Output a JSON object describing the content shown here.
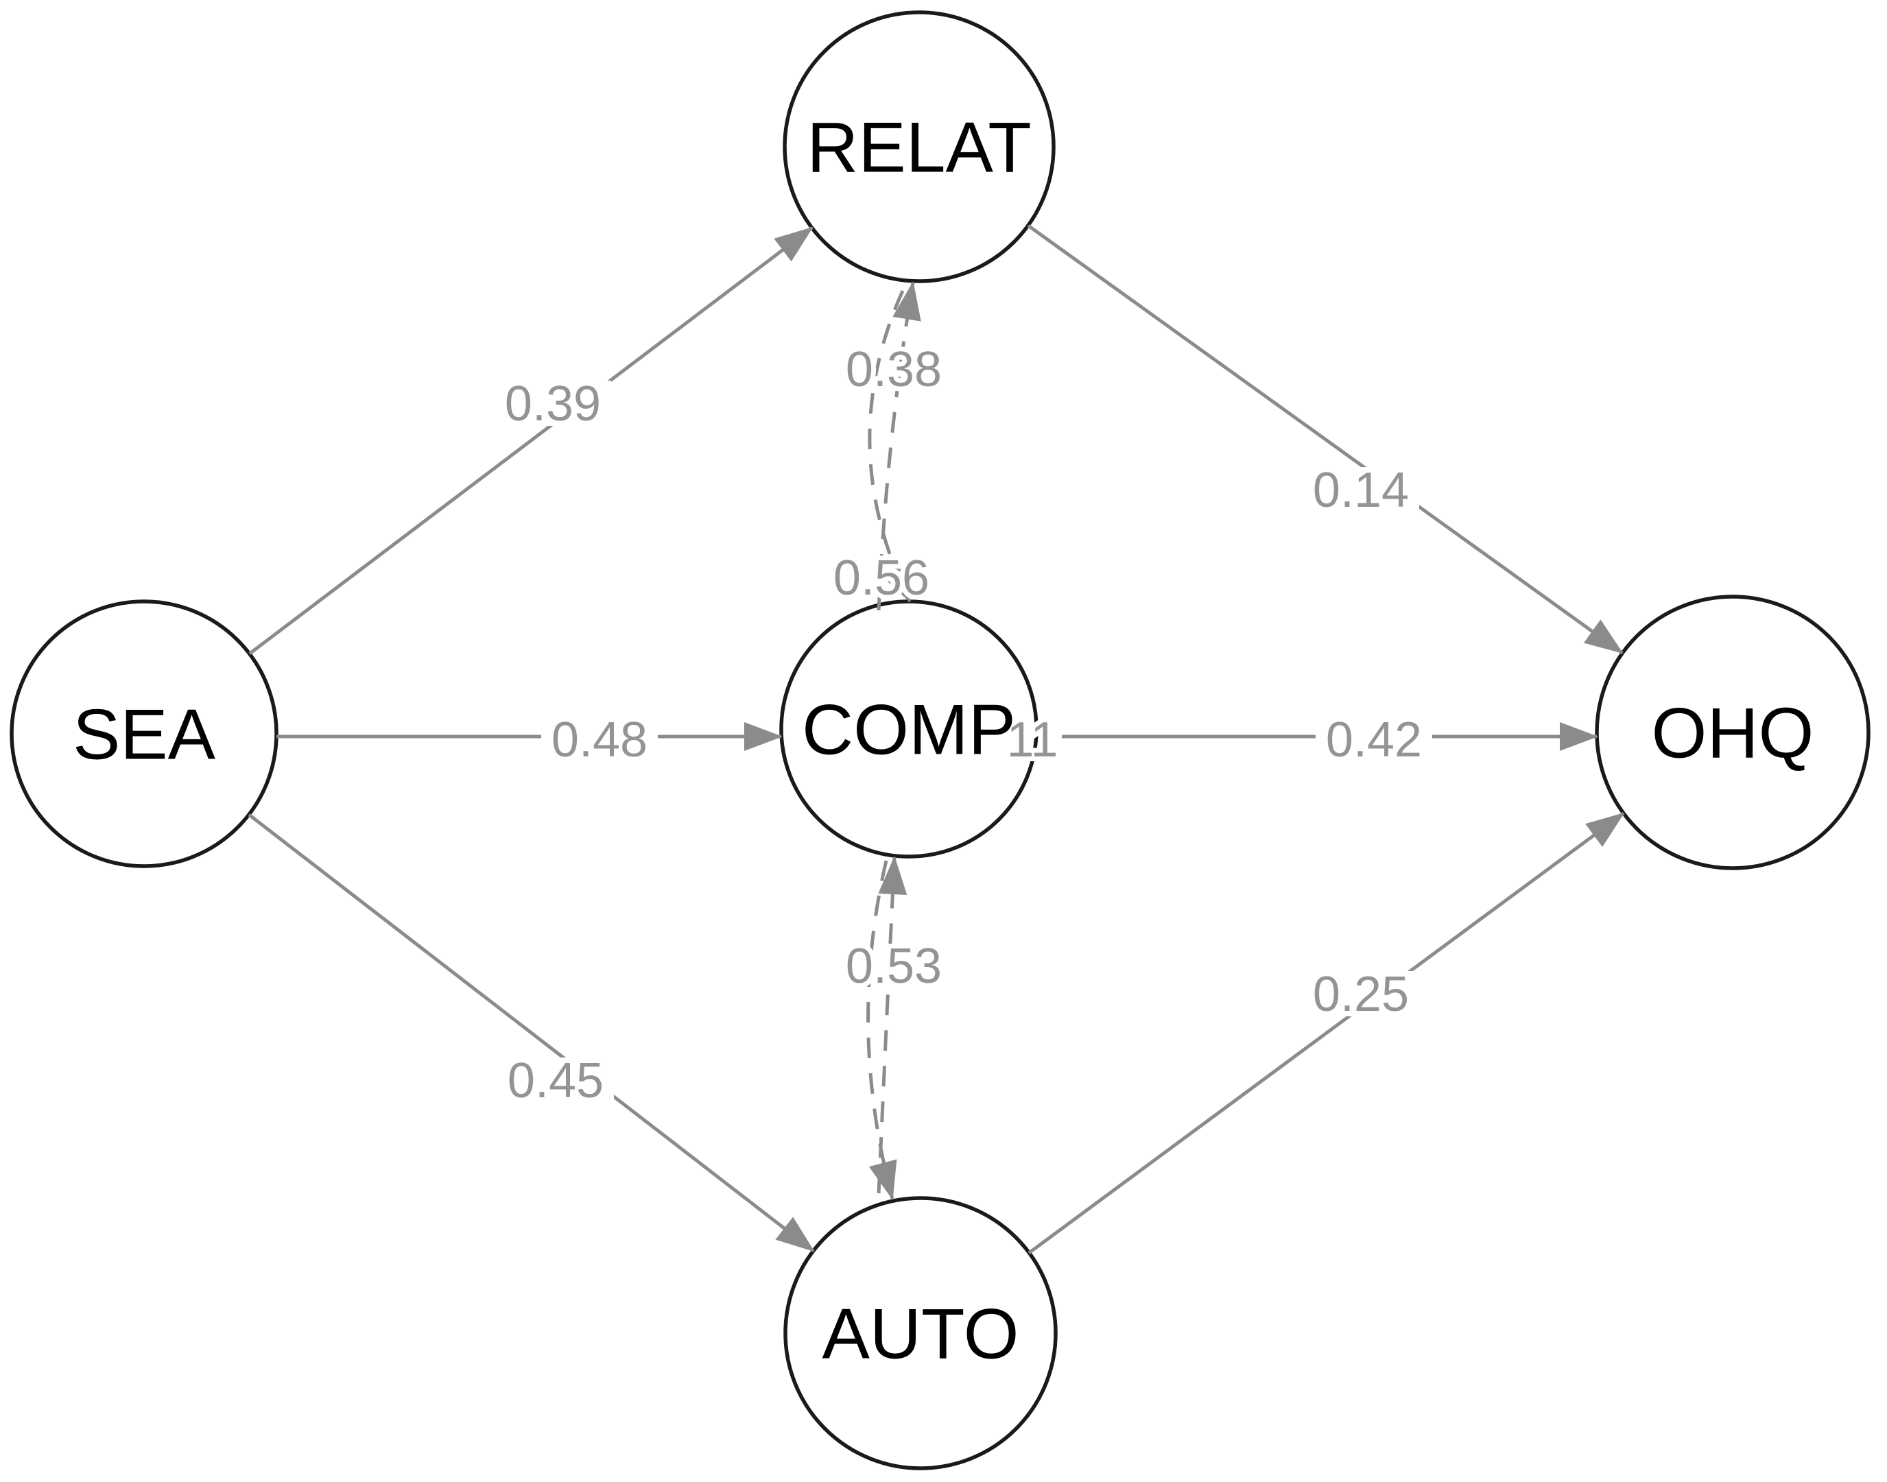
{
  "diagram": {
    "type": "structural-path-model",
    "nodes": [
      {
        "id": "SEA",
        "label": "SEA"
      },
      {
        "id": "RELAT",
        "label": "RELAT"
      },
      {
        "id": "COMP",
        "label": "COMP"
      },
      {
        "id": "AUTO",
        "label": "AUTO"
      },
      {
        "id": "OHQ",
        "label": "OHQ"
      }
    ],
    "solid_paths": [
      {
        "from": "SEA",
        "to": "RELAT",
        "coefficient": "0.39"
      },
      {
        "from": "SEA",
        "to": "COMP",
        "coefficient": "0.48"
      },
      {
        "from": "SEA",
        "to": "AUTO",
        "coefficient": "0.45"
      },
      {
        "from": "RELAT",
        "to": "OHQ",
        "coefficient": "0.14"
      },
      {
        "from": "COMP",
        "to": "OHQ",
        "coefficient": "0.42"
      },
      {
        "from": "AUTO",
        "to": "OHQ",
        "coefficient": "0.25"
      }
    ],
    "dashed_paths": [
      {
        "from": "COMP",
        "to": "RELAT",
        "coefficient": "0.38"
      },
      {
        "from": "RELAT",
        "to": "COMP",
        "coefficient": "0.56"
      },
      {
        "from": "AUTO",
        "to": "COMP",
        "coefficient": "0.53"
      },
      {
        "from": "COMP",
        "to": "AUTO"
      }
    ],
    "clipped_label_fragment": "11",
    "colors": {
      "edge": "#8b8b8b",
      "edge_label": "#949494",
      "node_stroke": "#1a1a1a",
      "node_fill": "#ffffff",
      "node_text": "#000000",
      "background": "#ffffff"
    }
  }
}
